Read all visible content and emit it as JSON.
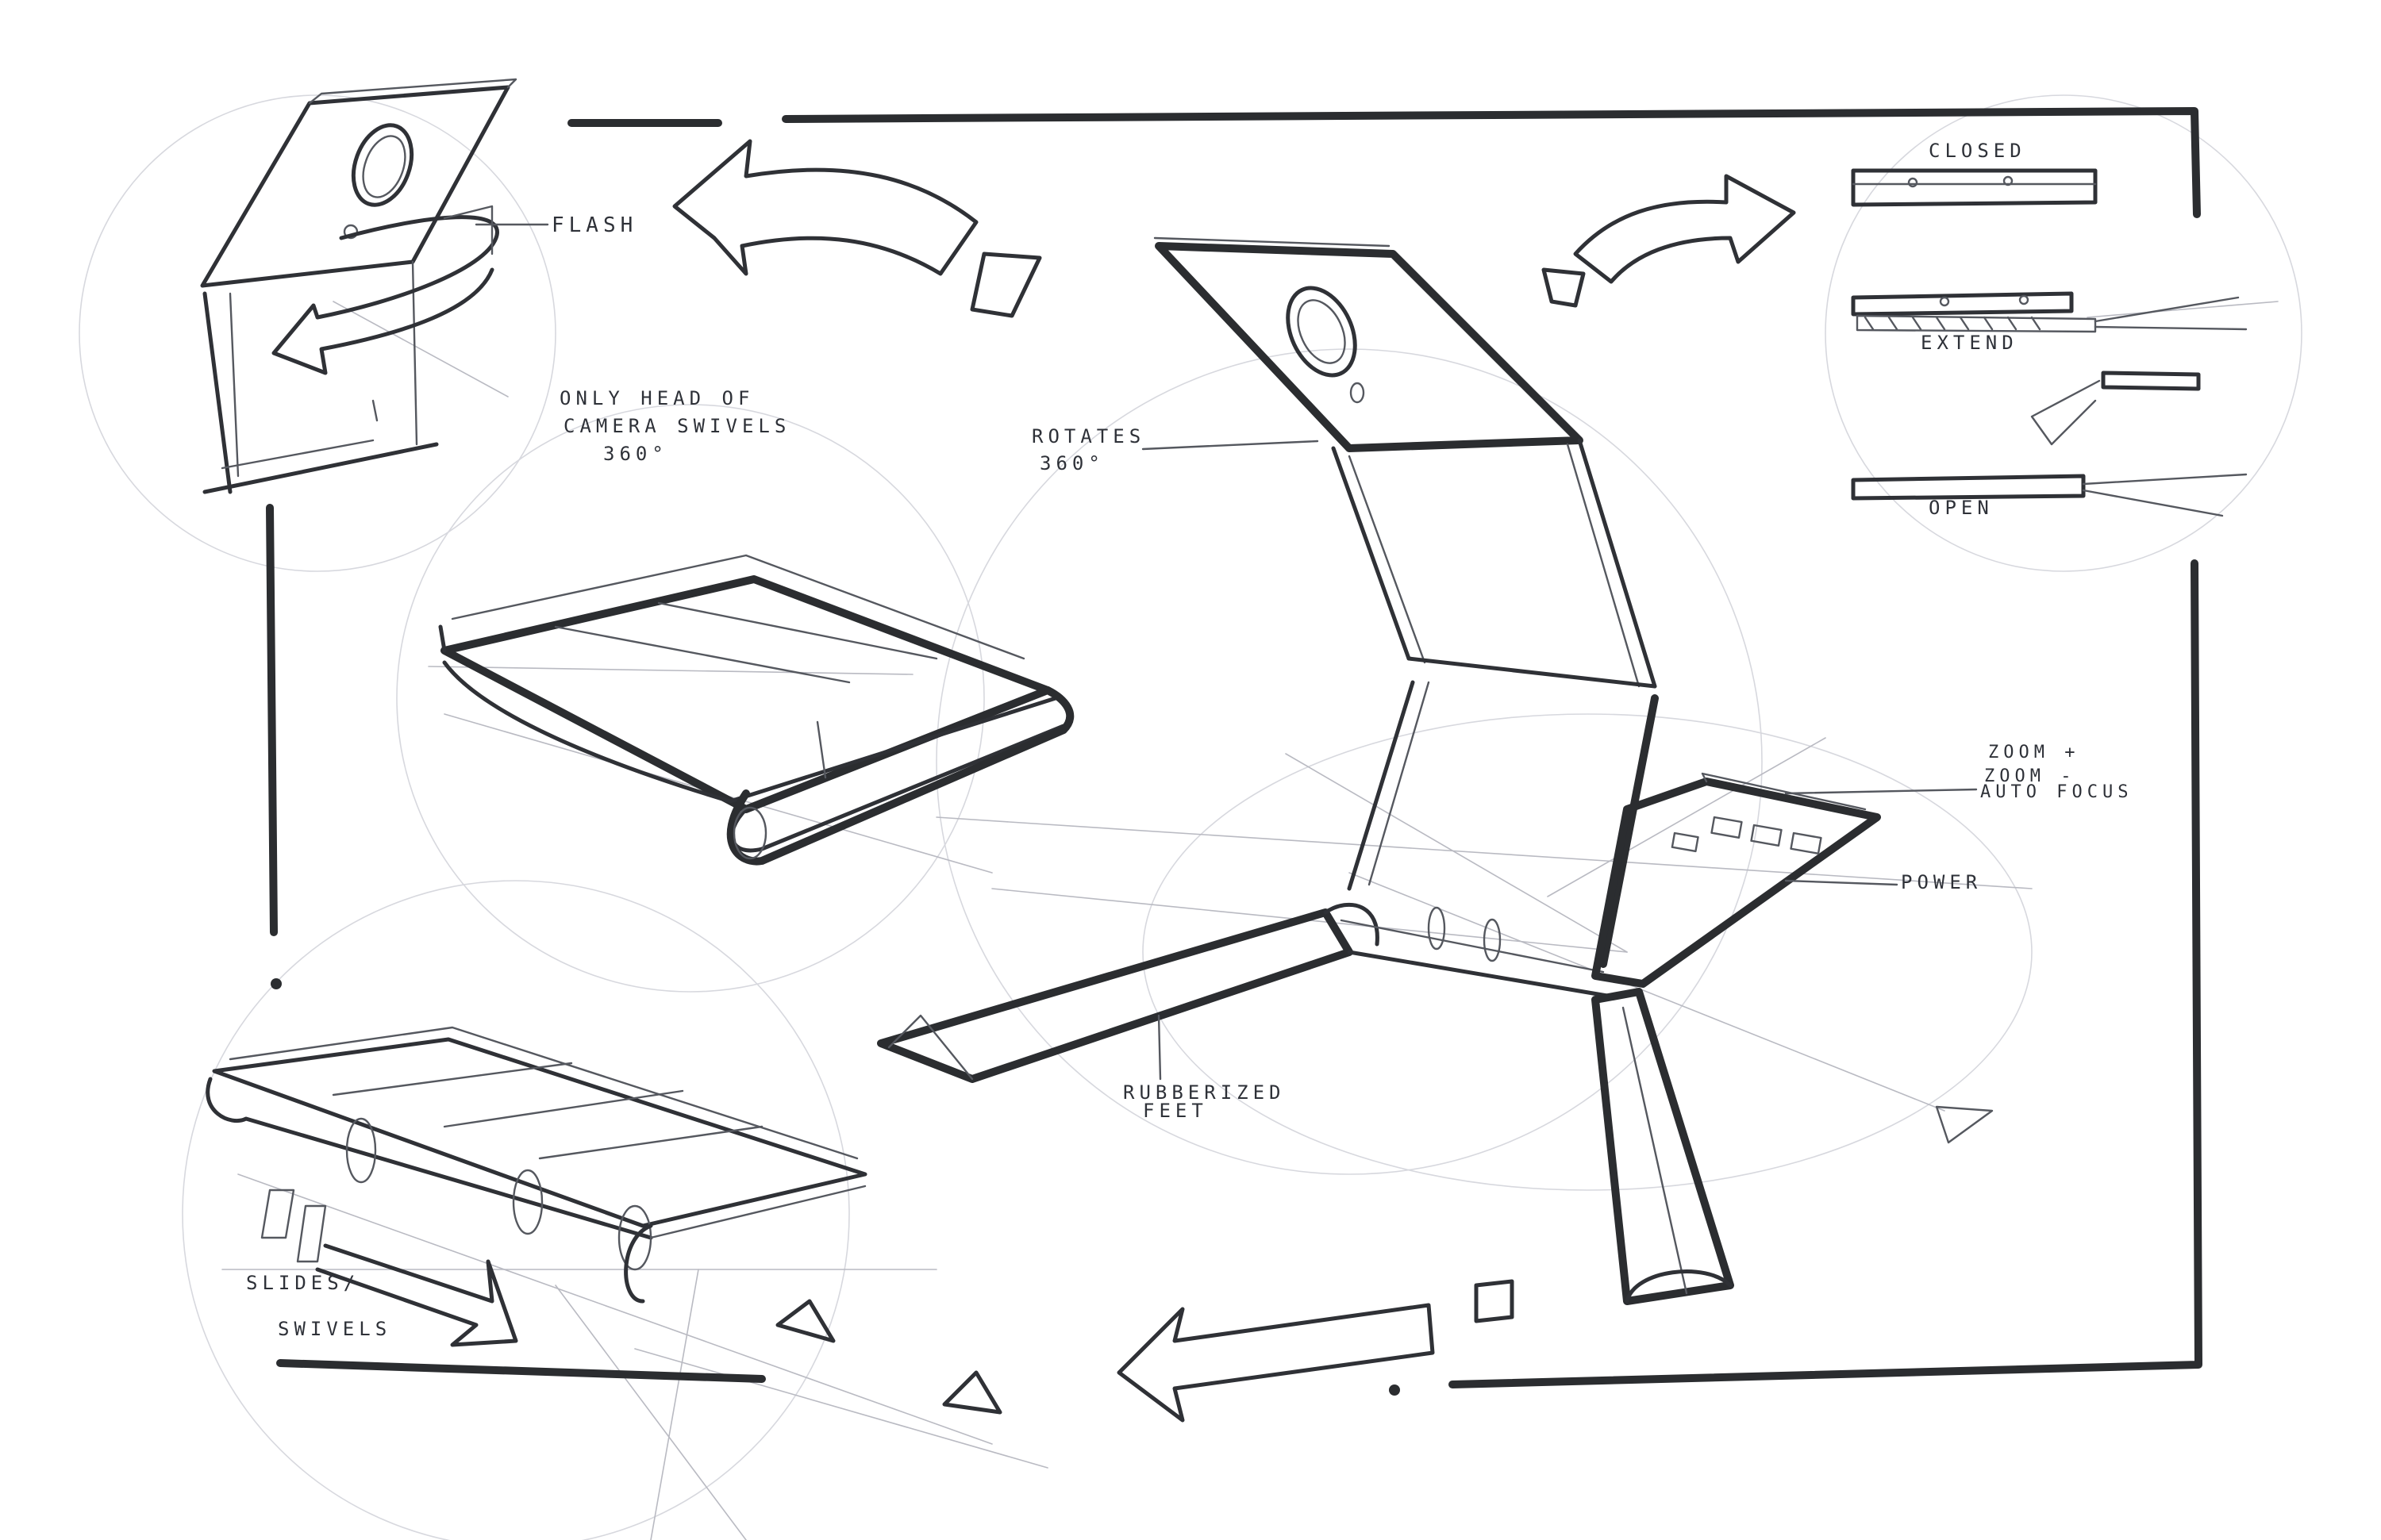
{
  "labels": {
    "flash": "FLASH",
    "camera_note_1": "ONLY HEAD OF",
    "camera_note_2": "CAMERA SWIVELS",
    "camera_note_3": "360°",
    "rotates_1": "ROTATES",
    "rotates_2": "360°",
    "closed": "CLOSED",
    "extend": "EXTEND",
    "open": "OPEN",
    "zoom_plus": "ZOOM +",
    "zoom_minus": "ZOOM -",
    "auto_focus": "AUTO FOCUS",
    "power": "POWER",
    "rubberized_1": "RUBBERIZED",
    "rubberized_2": "FEET",
    "slides_1": "SLIDES/",
    "slides_2": "SWIVELS"
  },
  "colors": {
    "paper": "#ffffff",
    "ink": "#2b2d30",
    "pencil": "#b9bac2"
  }
}
